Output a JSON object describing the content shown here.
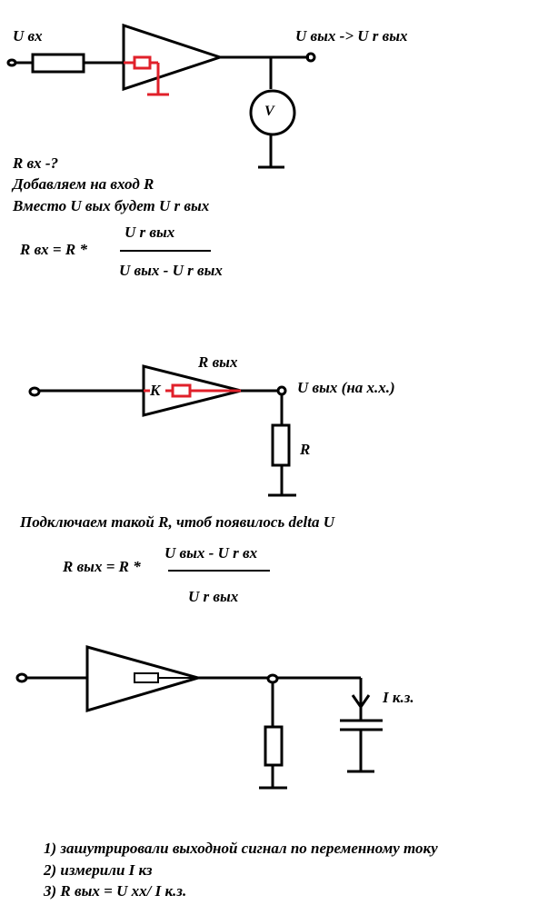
{
  "colors": {
    "ink": "#000000",
    "accent": "#e0202a",
    "background": "#ffffff"
  },
  "section1": {
    "input_label": "U вх",
    "output_label": "U вых -> U r вых",
    "voltmeter_label": "V",
    "text_lines": [
      "R вх -?",
      "Добавляем на вход R",
      "Вместо U вых будет U r вых"
    ],
    "formula_lhs": "R вх = R *",
    "formula_num": "U r вых",
    "formula_den": "U вых - U r вых"
  },
  "section2": {
    "rout_label": "R вых",
    "k_label": "K",
    "output_label": "U вых (на х.х.)",
    "load_label": "R",
    "statement": "Подключаем такой R, чтоб появилось delta U",
    "formula_lhs": "R вых = R *",
    "formula_num": "U вых - U r вх",
    "formula_den": "U r вых"
  },
  "section3": {
    "current_label": "I к.з.",
    "steps": [
      "1) зашутрировали выходной сигнал по переменному току",
      "2) измерили I кз",
      "3) R вых = U хх/ I к.з."
    ]
  }
}
